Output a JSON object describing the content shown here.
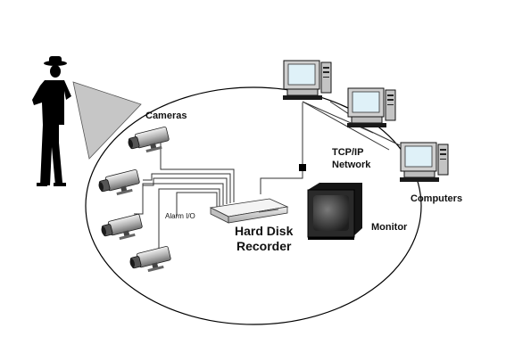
{
  "labels": {
    "cameras": "Cameras",
    "alarm_io": "Alarm I/O",
    "recorder_line1": "Hard Disk",
    "recorder_line2": "Recorder",
    "monitor": "Monitor",
    "network_line1": "TCP/IP",
    "network_line2": "Network",
    "computers": "Computers"
  },
  "icons": {
    "person": "person-icon",
    "camera": "camera-icon",
    "recorder": "hard-disk-recorder-icon",
    "monitor": "crt-monitor-icon",
    "computer": "desktop-computer-icon"
  },
  "colors": {
    "outline": "#000000",
    "field_of_view": "#c8c8c8",
    "device_body": "#d9d9d9",
    "screen": "#3a3a3a",
    "computer_screen": "#dff1f8"
  }
}
